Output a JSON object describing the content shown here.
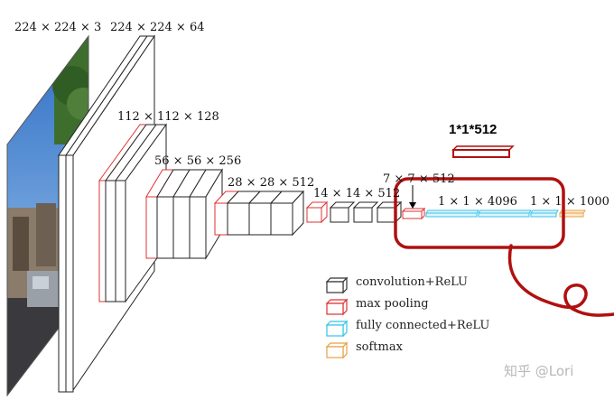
{
  "labels": {
    "input": "224 × 224 × 3",
    "conv1": "224 × 224 × 64",
    "conv2": "112 × 112 × 128",
    "conv3": "56 × 56 × 256",
    "conv4": "28 × 28 × 512",
    "conv5": "14 × 14 × 512",
    "pool5": "7 × 7 × 512",
    "fc1": "1 × 1 × 4096",
    "fc3": "1 × 1 × 1000"
  },
  "annotation": {
    "reshape_label": "1*1*512"
  },
  "legend": [
    {
      "label": "convolution+ReLU",
      "color": "#333333"
    },
    {
      "label": "max pooling",
      "color": "#e03030"
    },
    {
      "label": "fully connected+ReLU",
      "color": "#34c3e8"
    },
    {
      "label": "softmax",
      "color": "#e8a040"
    }
  ],
  "colors": {
    "conv": "#333333",
    "pool": "#e03030",
    "fc": "#34c3e8",
    "softmax": "#e8a040",
    "highlight": "#b01010"
  },
  "watermark": "知乎 @Lori"
}
